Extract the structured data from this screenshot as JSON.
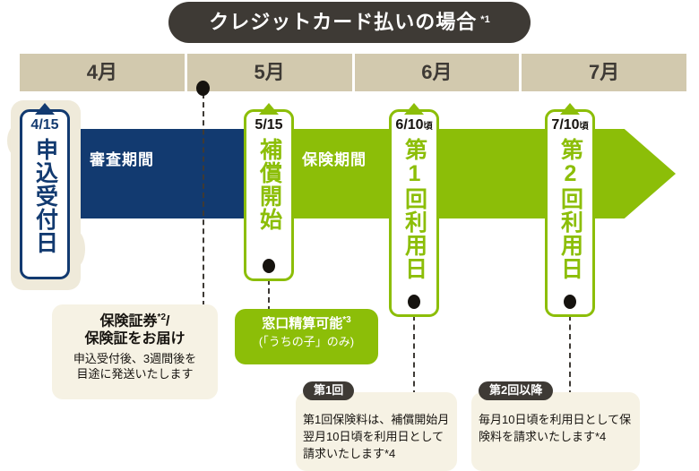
{
  "title": {
    "text": "クレジットカード払いの場合",
    "footnote": "*1"
  },
  "months": [
    {
      "label": "4月"
    },
    {
      "label": "5月"
    },
    {
      "label": "6月"
    },
    {
      "label": "7月"
    }
  ],
  "bars": [
    {
      "label": "審査期間",
      "color": "#123A70"
    },
    {
      "label": "保険期間",
      "color": "#8CBE08"
    }
  ],
  "badges": [
    {
      "date": "4/15",
      "suffix": "",
      "vertical_label": "申込受付日",
      "color": "#123A70"
    },
    {
      "date": "5/15",
      "suffix": "",
      "vertical_label": "補償開始",
      "color": "#8CBE08"
    },
    {
      "date": "6/10",
      "suffix": "頃",
      "vertical_label": "第1回利用日",
      "color": "#8CBE08"
    },
    {
      "date": "7/10",
      "suffix": "頃",
      "vertical_label": "第2回利用日",
      "color": "#8CBE08"
    }
  ],
  "callouts": {
    "policy_delivery": {
      "head_line1": "保険証券",
      "head_sup": "*2",
      "head_line1_tail": "/",
      "head_line2": "保険証をお届け",
      "body_line1": "申込受付後、3週間後を",
      "body_line2": "目途に発送いたします"
    },
    "counter_settlement": {
      "head": "窓口精算可能",
      "head_sup": "*3",
      "body": "(「うちの子」のみ)"
    },
    "first_payment": {
      "tag_prefix": "第",
      "tag_num": "1",
      "tag_suffix": "回",
      "body": "第1回保険料は、補償開始月翌月10日頃を利用日として請求いたします*4"
    },
    "recurring_payment": {
      "tag_prefix": "第",
      "tag_num": "2",
      "tag_suffix": "回以降",
      "body": "毎月10日頃を利用日として保険料を請求いたします*4"
    }
  },
  "colors": {
    "navy": "#123A70",
    "green": "#8CBE08",
    "beige_bar": "#D2C9AE",
    "cream": "#F6F2E4",
    "dark": "#3E3A35"
  }
}
